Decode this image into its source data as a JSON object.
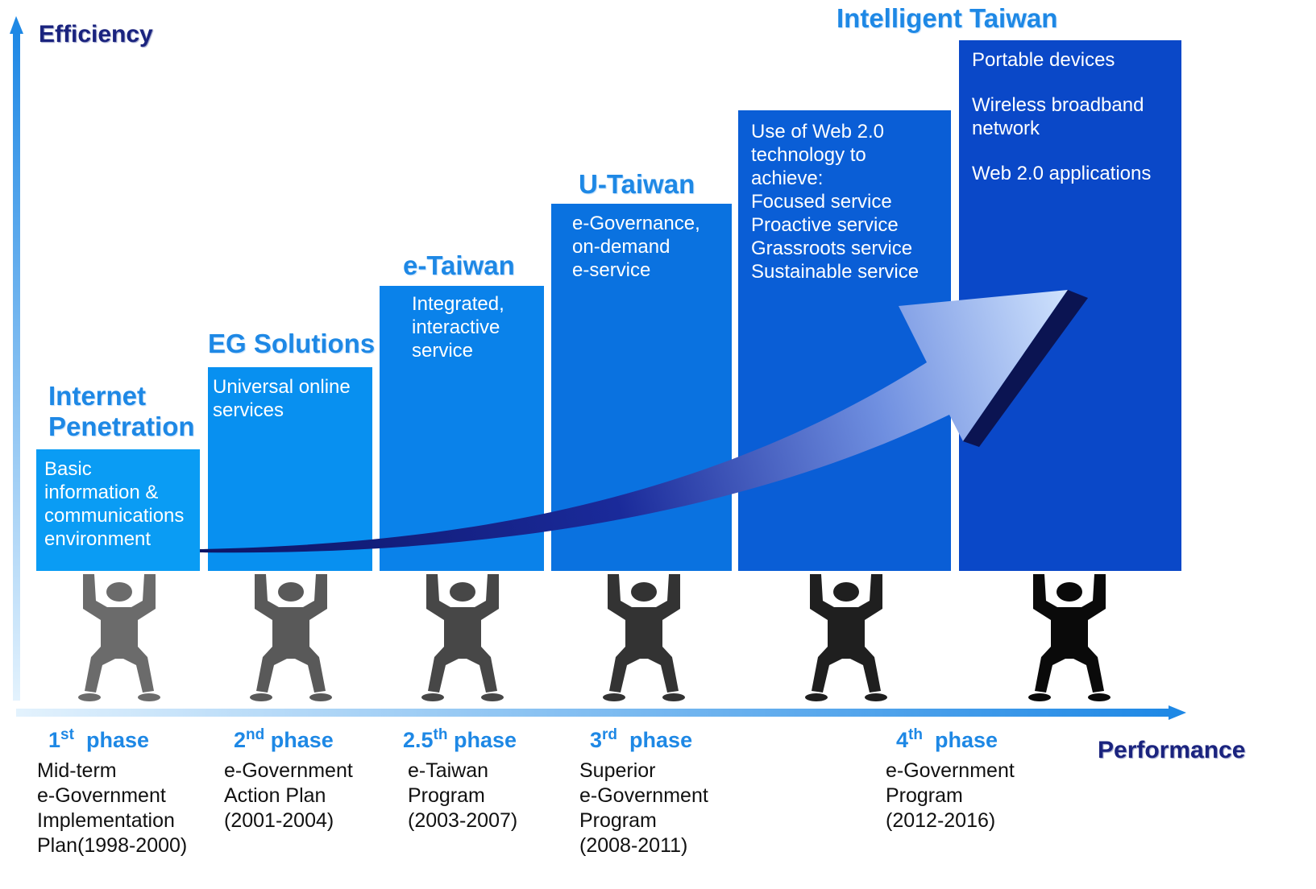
{
  "axes": {
    "y_label": "Efficiency",
    "x_label": "Performance"
  },
  "steps": [
    {
      "title_lines": [
        "Internet",
        "Penetration"
      ],
      "content_lines": [
        "Basic",
        "information &",
        "communications",
        "environment"
      ]
    },
    {
      "title_lines": [
        "EG Solutions"
      ],
      "content_lines": [
        "Universal online",
        "services"
      ]
    },
    {
      "title_lines": [
        "e-Taiwan"
      ],
      "content_lines": [
        "Integrated,",
        "interactive",
        "service"
      ]
    },
    {
      "title_lines": [
        "U-Taiwan"
      ],
      "content_lines": [
        "e-Governance,",
        "on-demand",
        "e-service"
      ]
    },
    {
      "title_lines": [],
      "content_lines": [
        "Use of Web 2.0",
        "technology to",
        "achieve:",
        "Focused service",
        "Proactive service",
        "Grassroots service",
        "Sustainable service"
      ]
    },
    {
      "title_lines": [
        "Intelligent Taiwan"
      ],
      "content_lines": [
        "Portable devices",
        "",
        "Wireless broadband",
        "network",
        "",
        "Web 2.0 applications"
      ]
    }
  ],
  "phases": [
    {
      "num": "1",
      "sup": "st",
      "word": "phase",
      "program_lines": [
        "Mid-term",
        "e-Government",
        "Implementation",
        "Plan(1998-2000)"
      ]
    },
    {
      "num": "2",
      "sup": "nd",
      "word": "phase",
      "program_lines": [
        "e-Government",
        "Action Plan",
        "(2001-2004)"
      ]
    },
    {
      "num": "2.5",
      "sup": "th",
      "word": "phase",
      "program_lines": [
        "e-Taiwan",
        "Program",
        "(2003-2007)"
      ]
    },
    {
      "num": "3",
      "sup": "rd",
      "word": "phase",
      "program_lines": [
        "Superior",
        "e-Government",
        "Program",
        "(2008-2011)"
      ]
    },
    {
      "num": "4",
      "sup": "th",
      "word": "phase",
      "program_lines": [
        "e-Government",
        "Program",
        "(2012-2016)"
      ]
    }
  ],
  "colors": {
    "box1": "#0a9cf4",
    "box2": "#0890f0",
    "box3": "#0a82ea",
    "box4": "#0a72e0",
    "box5": "#0a5ed6",
    "box6": "#0a48c8",
    "arrow_dark": "#101a6e",
    "arrow_light": "#c8e2ff"
  }
}
